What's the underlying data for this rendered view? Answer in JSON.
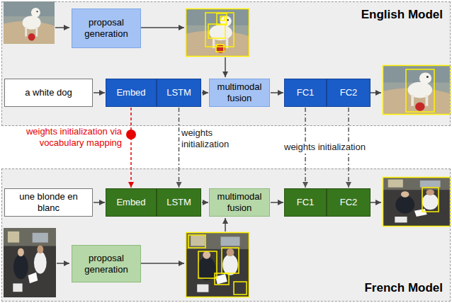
{
  "diagram": {
    "nodes": [
      {
        "text": [
          "English Model"
        ]
      },
      {
        "text": [
          "proposal generation"
        ],
        "in": 0
      },
      {
        "text": [
          "a white dog"
        ],
        "in": 0
      },
      {
        "text": [
          "Embed"
        ],
        "in": 0
      },
      {
        "text": [
          "LSTM"
        ],
        "in": 0
      },
      {
        "text": [
          "multimodal fusion"
        ],
        "in": 0
      },
      {
        "text": [
          "FC1"
        ],
        "in": 0
      },
      {
        "text": [
          "FC2"
        ],
        "in": 0
      },
      {
        "text": [
          "French Model"
        ]
      },
      {
        "text": [
          "une blonde en blanc"
        ],
        "in": 8
      },
      {
        "text": [
          "Embed"
        ],
        "in": 8
      },
      {
        "text": [
          "LSTM"
        ],
        "in": 8
      },
      {
        "text": [
          "multimodal fusion"
        ],
        "in": 8
      },
      {
        "text": [
          "FC1"
        ],
        "in": 8
      },
      {
        "text": [
          "FC2"
        ],
        "in": 8
      },
      {
        "text": [
          "proposal generation"
        ],
        "in": 8
      }
    ],
    "edges": [
      {
        "from": 2,
        "to": 3,
        "arrow": "to"
      },
      {
        "from": 4,
        "to": 5,
        "arrow": "to"
      },
      {
        "from": 5,
        "to": 6,
        "arrow": "to"
      },
      {
        "from": 3,
        "to": 10,
        "arrow": "to"
      },
      {
        "from": 4,
        "to": 11,
        "arrow": "to"
      },
      {
        "from": 6,
        "to": 13,
        "arrow": "to"
      },
      {
        "from": 7,
        "to": 14,
        "arrow": "to"
      },
      {
        "from": 9,
        "to": 10,
        "arrow": "to"
      },
      {
        "from": 11,
        "to": 12,
        "arrow": "to"
      },
      {
        "from": 12,
        "to": 13,
        "arrow": "to"
      }
    ],
    "labels": [
      "weights initialization via vocabulary mapping",
      "weights initialization",
      "weights initialization"
    ]
  }
}
